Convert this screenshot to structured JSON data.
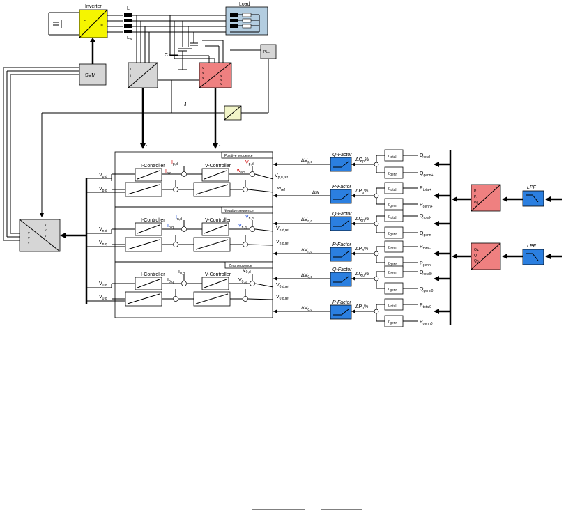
{
  "top": {
    "inverter": "Inverter",
    "load": "Load",
    "l1": "L",
    "l2": "L",
    "ln": "N",
    "cap": "C",
    "svm": "SVM",
    "pll": "PLL",
    "j": "J",
    "dash1": "-",
    "dash2": "-"
  },
  "sections": {
    "pos": "Positive sequence",
    "neg": "Negative sequence",
    "zero": "Zero sequence"
  },
  "controllers": {
    "i": "I-Controller",
    "v": "V-Controller"
  },
  "pos": {
    "ipd": "I",
    "ipd_sub": "p,d",
    "ipq": "I",
    "ipq_sub": "p,q",
    "vpd": "V",
    "vpd_sub": "p,d",
    "wact": "w",
    "wact_sub": "act",
    "out_d": "V",
    "out_d_sub": "p,d",
    "out_q": "V",
    "out_q_sub": "p,q",
    "ref_d": "V",
    "ref_d_sub": "p,d,ref",
    "wref": "w",
    "wref_sub": "ref",
    "dv": "ΔV",
    "dv_sub": "p,d",
    "dw": "Δw",
    "dq": "ΔQ",
    "dq_sub": "p",
    "dp": "ΔP",
    "dp_sub": "p",
    "pct": "%",
    "qf": "Q-Factor",
    "pf": "P-Factor",
    "qtot": "Q",
    "qtot_sub": "total+",
    "qgen": "Q",
    "qgen_sub": "genn+",
    "ptot": "P",
    "ptot_sub": "total+",
    "pgen": "P",
    "pgen_sub": "genn+"
  },
  "neg": {
    "ind": "I",
    "ind_sub": "n,d",
    "inq": "I",
    "inq_sub": "n,q",
    "vnd": "V",
    "vnd_sub": "n,d",
    "vnq": "V",
    "vnq_sub": "n,q",
    "out_d": "V",
    "out_d_sub": "n,d",
    "out_q": "V",
    "out_q_sub": "n,q",
    "ref_d": "V",
    "ref_d_sub": "n,d,ref",
    "ref_q": "V",
    "ref_q_sub": "n,q,ref",
    "dvd": "ΔV",
    "dvd_sub": "n,d",
    "dvq": "ΔV",
    "dvq_sub": "n,q",
    "dq": "ΔQ",
    "dq_sub": "n",
    "dp": "ΔP",
    "dp_sub": "n",
    "pct": "%",
    "qf": "Q-Factor",
    "pf": "P-Factor",
    "qtot": "Q",
    "qtot_sub": "total-",
    "qgen": "Q",
    "qgen_sub": "genn-",
    "ptot": "P",
    "ptot_sub": "total-",
    "pgen": "P",
    "pgen_sub": "genn-"
  },
  "zero": {
    "i0d": "I",
    "i0d_sub": "0,d",
    "i0q": "I",
    "i0q_sub": "0,q",
    "v0d": "V",
    "v0d_sub": "0,d",
    "v0q": "V",
    "v0q_sub": "0,q",
    "out_d": "V",
    "out_d_sub": "0,d",
    "out_q": "V",
    "out_q_sub": "0,q",
    "ref_d": "V",
    "ref_d_sub": "0,d,ref",
    "ref_q": "V",
    "ref_q_sub": "0,q,ref",
    "dvd": "ΔV",
    "dvd_sub": "0,d",
    "dvq": "ΔV",
    "dvq_sub": "0,q",
    "dq": "ΔQ",
    "dq_sub": "0",
    "dp": "ΔP",
    "dp_sub": "0",
    "pct": "%",
    "qf": "Q-Factor",
    "pf": "P-Factor",
    "qtot": "Q",
    "qtot_sub": "total0",
    "qgen": "Q",
    "qgen_sub": "genn0",
    "ptot": "P",
    "ptot_sub": "total0",
    "pgen": "P",
    "pgen_sub": "genn0"
  },
  "right": {
    "lpf1": "LPF",
    "lpf2": "LPF",
    "p1": "P",
    "p2": "P",
    "p3": "P",
    "p1_sub": "+",
    "p2_sub": "-",
    "p3_sub": "0",
    "q1": "Q",
    "q2": "Q",
    "q3": "Q",
    "q1_sub": "+",
    "q2_sub": "-",
    "q3_sub": "0",
    "sum_total": "Σ",
    "sum_total_sub": "total",
    "sum_gen": "Σ",
    "sum_gen_sub": "genn"
  },
  "colors": {
    "blue": "#2b7fe0",
    "red": "#ef8080",
    "yellow": "#f5f500",
    "grey": "#d6d6d6",
    "load": "#b3cde0"
  }
}
